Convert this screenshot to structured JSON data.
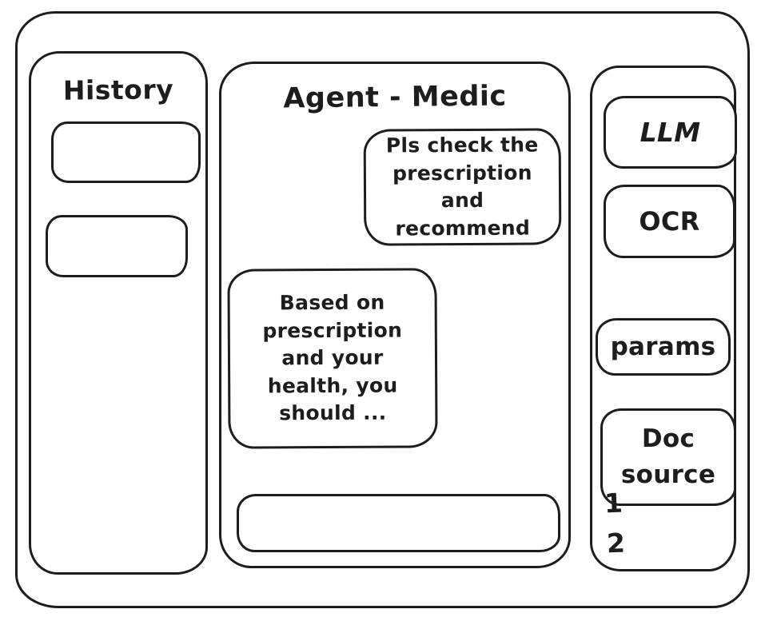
{
  "colors": {
    "stroke": "#1d1d1d",
    "background": "#ffffff"
  },
  "history_panel": {
    "title": "History",
    "item_count": 2
  },
  "chat_panel": {
    "title": "Agent - Medic",
    "messages": [
      {
        "role": "user",
        "align": "right",
        "text": "Pls check the prescription and recommend"
      },
      {
        "role": "assistant",
        "align": "left",
        "text": "Based on prescription and your health, you should ..."
      }
    ],
    "input": {
      "value": ""
    }
  },
  "tools_panel": {
    "buttons": [
      {
        "label": "LLM"
      },
      {
        "label": "OCR"
      },
      {
        "label": "params"
      },
      {
        "label": "Doc source"
      }
    ],
    "doc_source_items": [
      "1",
      "2"
    ]
  }
}
